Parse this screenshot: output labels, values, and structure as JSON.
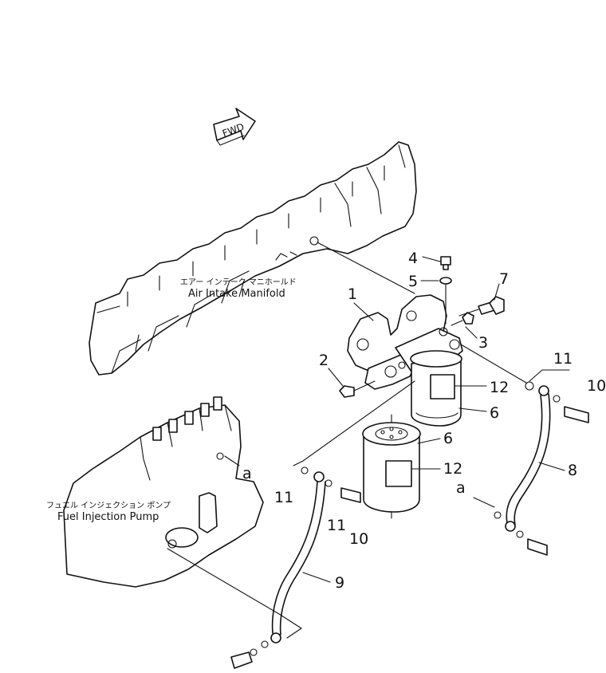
{
  "direction_marker": {
    "text": "FWD"
  },
  "labels": {
    "air_intake_manifold_jp": "エアー インテーク マニホールド",
    "air_intake_manifold_en": "Air Intake Manifold",
    "fuel_injection_pump_jp": "フュエル インジェクション ポンプ",
    "fuel_injection_pump_en": "Fuel Injection Pump"
  },
  "connection_refs": {
    "a_pump": "a",
    "a_hose": "a"
  },
  "part_callouts": {
    "p1": "1",
    "p2": "2",
    "p3": "3",
    "p4": "4",
    "p5": "5",
    "p6_upper": "6",
    "p6_lower": "6",
    "p7": "7",
    "p8": "8",
    "p9": "9",
    "p10_right": "10",
    "p10_lower": "10",
    "p11_right": "11",
    "p11_left": "11",
    "p11_lower": "11",
    "p12_upper": "12",
    "p12_lower": "12"
  }
}
